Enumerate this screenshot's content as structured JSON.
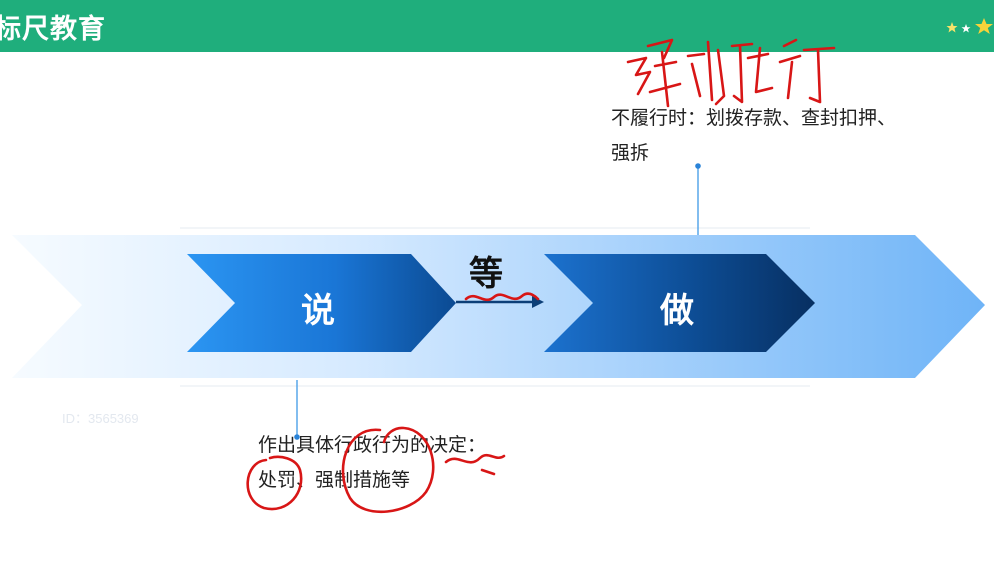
{
  "header": {
    "brand_text": "标尺教育",
    "accent_color": "#1fae7c",
    "decoration_icon": "stars-icon"
  },
  "diagram": {
    "step_say": "说",
    "step_do": "做",
    "connector_label": "等",
    "arrow_colors": {
      "light": "#8ec3f5",
      "mid": "#1e86e6",
      "dark": "#0a3c78"
    }
  },
  "annotations": {
    "top_line1": "不履行时：划拨存款、查封扣押、",
    "top_line2": "强拆",
    "bottom_line1": "作出具体行政行为的决定：",
    "bottom_line2": "处罚、强制措施等"
  },
  "handwriting": {
    "note": "强制执行",
    "ink_color": "#d81616"
  },
  "watermark": "ID：3565369"
}
